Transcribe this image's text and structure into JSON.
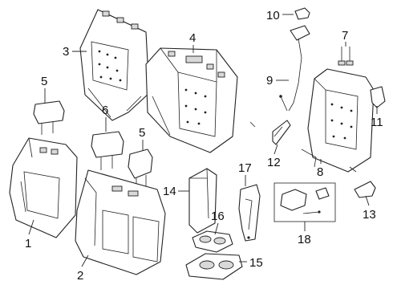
{
  "callouts": [
    {
      "id": "1",
      "label": "1"
    },
    {
      "id": "2",
      "label": "2"
    },
    {
      "id": "3",
      "label": "3"
    },
    {
      "id": "4",
      "label": "4"
    },
    {
      "id": "5a",
      "label": "5"
    },
    {
      "id": "5b",
      "label": "5"
    },
    {
      "id": "6",
      "label": "6"
    },
    {
      "id": "7",
      "label": "7"
    },
    {
      "id": "8",
      "label": "8"
    },
    {
      "id": "9",
      "label": "9"
    },
    {
      "id": "10",
      "label": "10"
    },
    {
      "id": "11",
      "label": "11"
    },
    {
      "id": "12",
      "label": "12"
    },
    {
      "id": "13",
      "label": "13"
    },
    {
      "id": "14",
      "label": "14"
    },
    {
      "id": "15",
      "label": "15"
    },
    {
      "id": "16",
      "label": "16"
    },
    {
      "id": "17",
      "label": "17"
    },
    {
      "id": "18",
      "label": "18"
    }
  ]
}
